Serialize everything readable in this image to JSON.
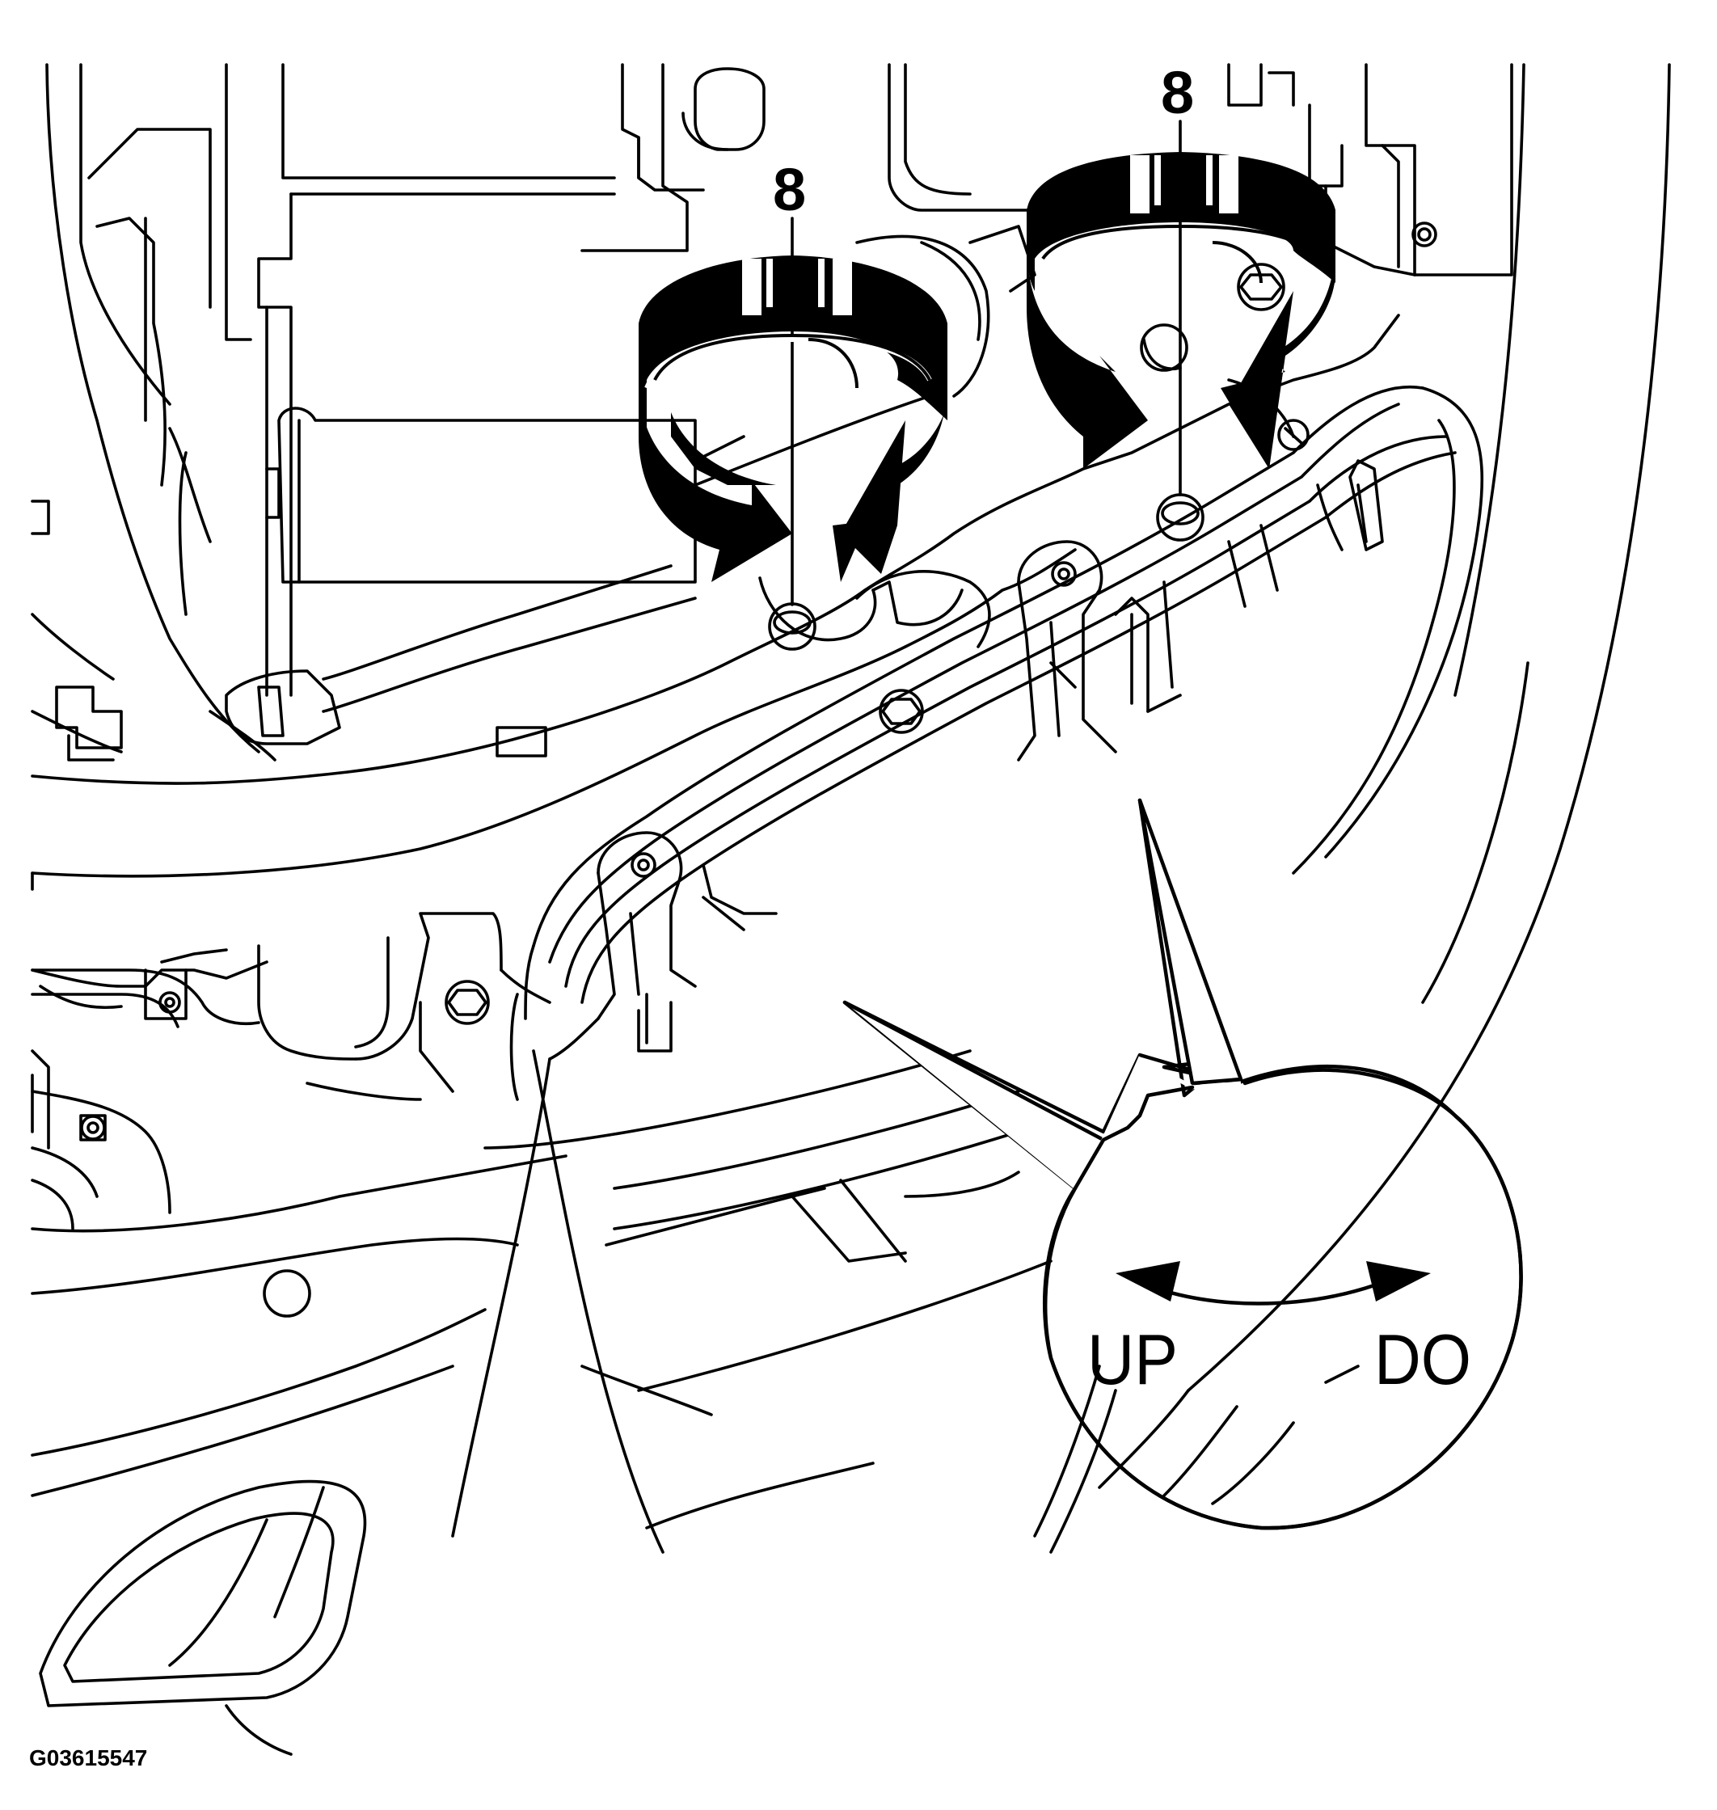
{
  "figure": {
    "bolt_label_left": "8",
    "bolt_label_right": "8",
    "adjust_up_label": "UP",
    "adjust_down_label": "DO",
    "figure_code": "G03615547"
  },
  "colors": {
    "line": "#000000",
    "background": "#ffffff"
  },
  "icons": [
    "rotate-arrow-icon",
    "double-arrow-icon"
  ]
}
